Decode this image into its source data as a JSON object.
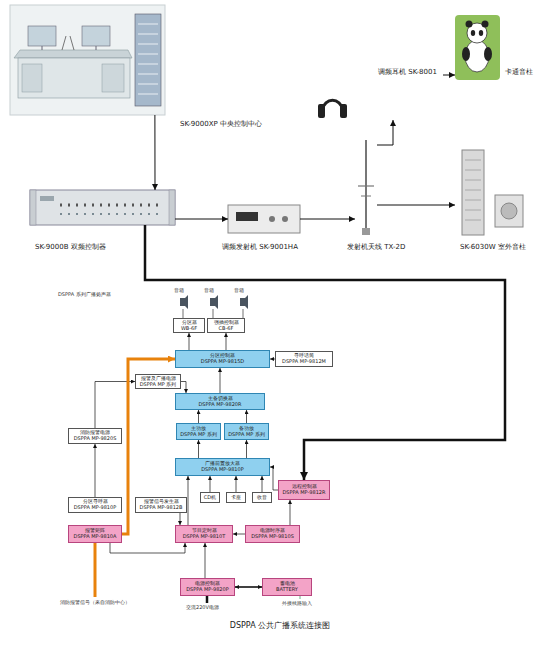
{
  "diagram": {
    "caption": "DSPPA 公共广播系统连接图",
    "nodes": [
      {
        "text": [
          "SK-9000XP 中央控制中心"
        ]
      },
      {
        "text": [
          "SK-9000B 双频控制器"
        ]
      },
      {
        "text": [
          "调频发射机 SK-9001HA"
        ]
      },
      {
        "text": [
          "发射机天线 TX-2D"
        ]
      },
      {
        "text": [
          "调频耳机 SK-8001"
        ]
      },
      {
        "text": [
          "卡通音柱"
        ]
      },
      {
        "text": [
          "SK-6030W 室外音柱"
        ]
      },
      {
        "text": [
          "分区器",
          "WB-6F"
        ]
      },
      {
        "text": [
          "强插控制器",
          "CB-6F"
        ]
      },
      {
        "text": [
          "分区控制器",
          "DSPPA MP-9815D"
        ]
      },
      {
        "text": [
          "寻呼话筒",
          "DSPPA MP-9812M"
        ]
      },
      {
        "text": [
          "主备切换器",
          "DSPPA MP-9820R"
        ]
      },
      {
        "text": [
          "主功放",
          "DSPPA MP 系列"
        ]
      },
      {
        "text": [
          "备功放",
          "DSPPA MP 系列"
        ]
      },
      {
        "text": [
          "广播前置放大器",
          "DSPPA MP-9810P"
        ]
      },
      {
        "text": [
          "CD机"
        ]
      },
      {
        "text": [
          "卡座"
        ]
      },
      {
        "text": [
          "收音"
        ]
      },
      {
        "text": [
          "报警及广播电源",
          "DSPPA MP 系列"
        ]
      },
      {
        "text": [
          "消防报警电源",
          "DSPPA MP-9820S"
        ]
      },
      {
        "text": [
          "分区寻呼器",
          "DSPPA MP-9810P"
        ]
      },
      {
        "text": [
          "报警信号发生器",
          "DSPPA MP-9812B"
        ]
      },
      {
        "text": [
          "报警矩阵",
          "DSPPA MP-9810A"
        ]
      },
      {
        "text": [
          "节目定时器",
          "DSPPA MP-9810T"
        ]
      },
      {
        "text": [
          "电源时序器",
          "DSPPA MP-9810S"
        ]
      },
      {
        "text": [
          "远程控制器",
          "DSPPA MP-9812R"
        ]
      },
      {
        "text": [
          "电源控制器",
          "DSPPA MP-9820P"
        ]
      },
      {
        "text": [
          "蓄电池",
          "BATTERY"
        ]
      }
    ],
    "edges": [
      {
        "from": 0,
        "to": 1,
        "arrow": "to"
      },
      {
        "from": 1,
        "to": 2,
        "arrow": "to"
      },
      {
        "from": 2,
        "to": 3,
        "arrow": "to"
      },
      {
        "from": 3,
        "to": 4,
        "arrow": "to"
      },
      {
        "from": 4,
        "to": 5,
        "arrow": "to"
      },
      {
        "from": 3,
        "to": 6,
        "arrow": "to"
      },
      {
        "from": 1,
        "to": 25,
        "arrow": "to"
      },
      {
        "from": 9,
        "to": 7,
        "arrow": "to"
      },
      {
        "from": 9,
        "to": 8,
        "arrow": "to"
      },
      {
        "from": 10,
        "to": 9,
        "arrow": "to"
      },
      {
        "from": 11,
        "to": 9,
        "arrow": "to"
      },
      {
        "from": 12,
        "to": 11,
        "arrow": "to"
      },
      {
        "from": 13,
        "to": 11,
        "arrow": "to"
      },
      {
        "from": 14,
        "to": 12,
        "arrow": "to"
      },
      {
        "from": 14,
        "to": 13,
        "arrow": "to"
      },
      {
        "from": 15,
        "to": 14,
        "arrow": "to"
      },
      {
        "from": 16,
        "to": 14,
        "arrow": "to"
      },
      {
        "from": 17,
        "to": 14,
        "arrow": "to"
      },
      {
        "from": 18,
        "to": 11,
        "arrow": "to"
      },
      {
        "from": 19,
        "to": 18,
        "arrow": "to"
      },
      {
        "from": 20,
        "to": 19,
        "arrow": "to"
      },
      {
        "from": 22,
        "to": 9,
        "arrow": "to"
      },
      {
        "from": 21,
        "to": 23,
        "arrow": "to"
      },
      {
        "from": 22,
        "to": 23,
        "arrow": "to"
      },
      {
        "from": 24,
        "to": 23,
        "arrow": "to"
      },
      {
        "from": 26,
        "to": 23,
        "arrow": "to"
      },
      {
        "from": 27,
        "to": 26,
        "arrow": "both"
      },
      {
        "from": 23,
        "to": 14,
        "arrow": "to"
      },
      {
        "from": 24,
        "to": 25,
        "arrow": "to"
      },
      {
        "from": 25,
        "to": 14,
        "arrow": "to"
      }
    ],
    "labels": [
      "DSPPA 系列广播扬声器",
      "音箱",
      "音箱",
      "音箱",
      "消防报警信号（来自消防中心）",
      "交流220V电源",
      "外接线路输入"
    ]
  }
}
